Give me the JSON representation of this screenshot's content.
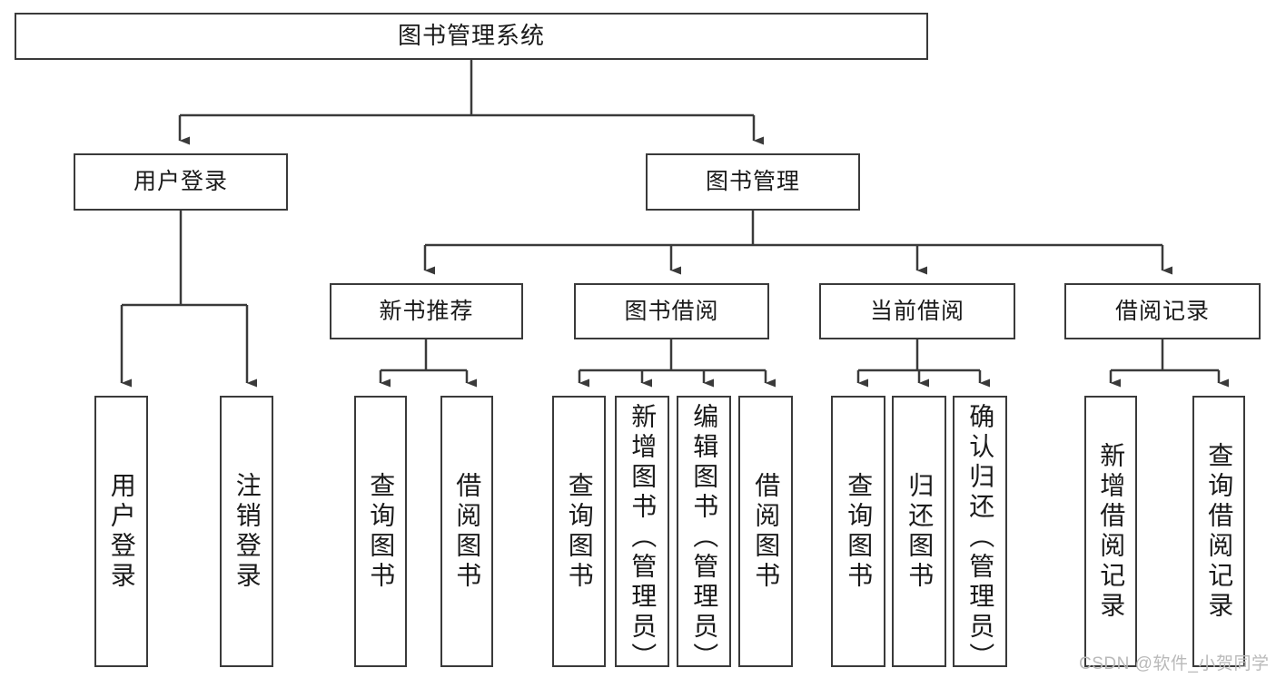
{
  "diagram": {
    "title": "图书管理系统",
    "type": "hierarchy-tree",
    "background_color": "#ffffff",
    "line_color": "#3a3a3a",
    "box_border_color": "#3a3a3a",
    "box_fill_color": "#ffffff",
    "text_color": "#1a1a1a"
  },
  "nodes": {
    "root": {
      "label": "图书管理系统"
    },
    "level2": [
      {
        "label": "用户登录"
      },
      {
        "label": "图书管理"
      }
    ],
    "level3": [
      {
        "label": "新书推荐"
      },
      {
        "label": "图书借阅"
      },
      {
        "label": "当前借阅"
      },
      {
        "label": "借阅记录"
      }
    ],
    "leaves": {
      "user_login": [
        {
          "label": "用户登录"
        },
        {
          "label": "注销登录"
        }
      ],
      "new_book_recommend": [
        {
          "label": "查询图书"
        },
        {
          "label": "借阅图书"
        }
      ],
      "book_borrow": [
        {
          "label": "查询图书"
        },
        {
          "label": "新增图书（管理员）"
        },
        {
          "label": "编辑图书（管理员）"
        },
        {
          "label": "借阅图书"
        }
      ],
      "current_borrow": [
        {
          "label": "查询图书"
        },
        {
          "label": "归还图书"
        },
        {
          "label": "确认归还（管理员）"
        }
      ],
      "borrow_record": [
        {
          "label": "新增借阅记录"
        },
        {
          "label": "查询借阅记录"
        }
      ]
    }
  },
  "watermark": {
    "text": "CSDN @软件_小贺同学",
    "color": "#b9b9b9"
  }
}
